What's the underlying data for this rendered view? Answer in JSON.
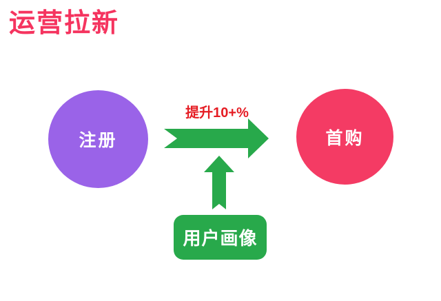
{
  "slide": {
    "title": "运营拉新",
    "title_color": "#F5345F",
    "background": "#FFFFFF"
  },
  "diagram": {
    "nodes": [
      {
        "id": "register",
        "label": "注册",
        "shape": "circle",
        "fill": "#9A63E8",
        "text_color": "#FFFFFF"
      },
      {
        "id": "first-purchase",
        "label": "首购",
        "shape": "circle",
        "fill": "#F43B64",
        "text_color": "#FFFFFF"
      },
      {
        "id": "user-profile",
        "label": "用户画像",
        "shape": "rounded-rectangle",
        "fill": "#28A94B",
        "text_color": "#FFFFFF"
      }
    ],
    "arrows": [
      {
        "id": "register-to-first-purchase",
        "direction": "right",
        "style": "notched-tail",
        "fill": "#28A94B",
        "label": "提升10+%",
        "label_color": "#E51C23"
      },
      {
        "id": "user-profile-to-flow",
        "direction": "up",
        "style": "notched-tail",
        "fill": "#28A94B",
        "label": ""
      }
    ]
  }
}
